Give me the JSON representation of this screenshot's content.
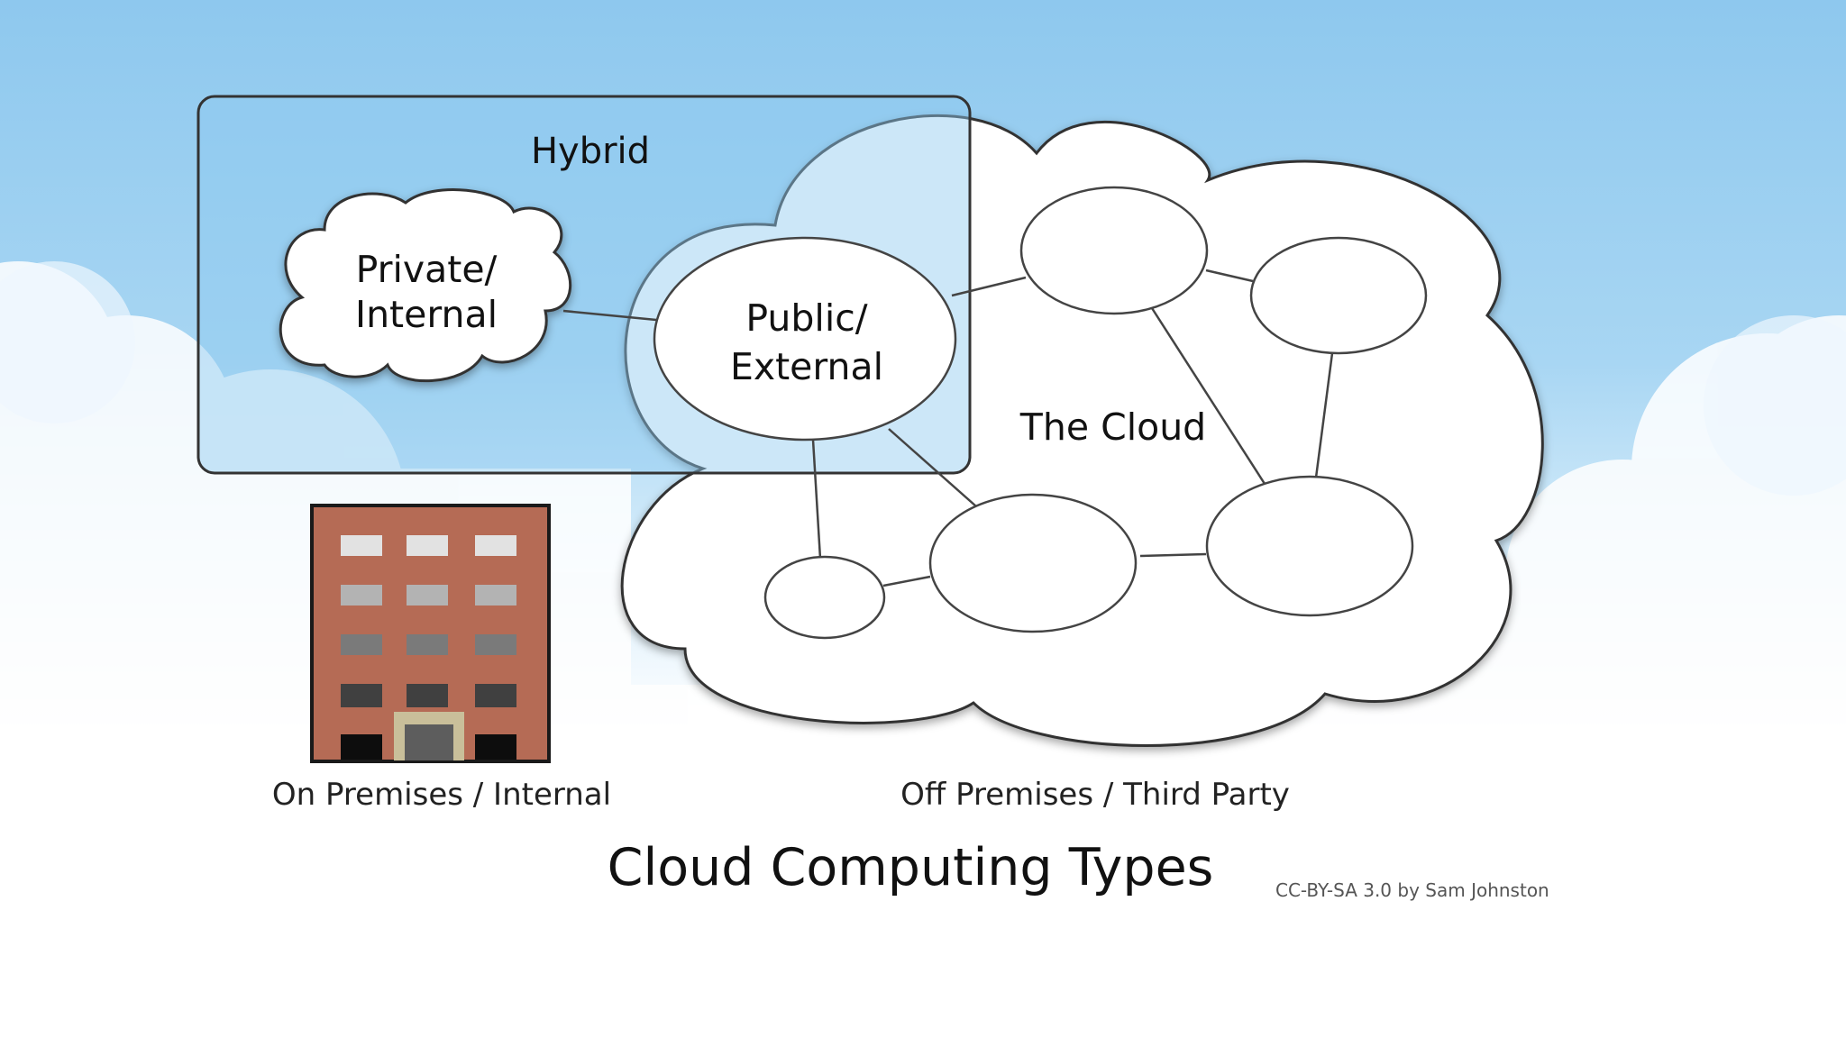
{
  "diagram": {
    "hybrid_label": "Hybrid",
    "private_label": [
      "Private/",
      "Internal"
    ],
    "public_label": [
      "Public/",
      "External"
    ],
    "cloud_label": "The Cloud",
    "on_premises_label": "On Premises / Internal",
    "off_premises_label": "Off Premises / Third Party",
    "title": "Cloud Computing Types",
    "credit": "CC-BY-SA 3.0 by Sam Johnston"
  },
  "icons": {
    "building": "building-icon"
  },
  "colors": {
    "sky_top": "#8ec8ee",
    "cloud_fill": "#ffffff",
    "outline": "#444444",
    "building_brick": "#b56b55"
  }
}
